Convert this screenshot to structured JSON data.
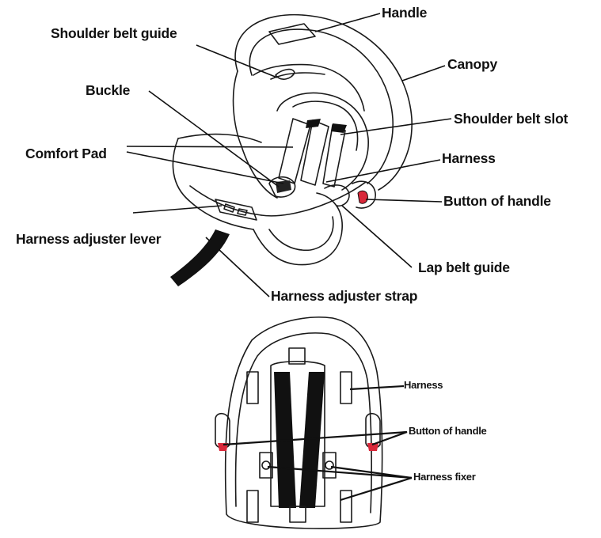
{
  "labels": {
    "handle": "Handle",
    "shoulder_belt_guide": "Shoulder belt guide",
    "canopy": "Canopy",
    "buckle": "Buckle",
    "shoulder_belt_slot": "Shoulder belt slot",
    "comfort_pad": "Comfort Pad",
    "harness": "Harness",
    "button_of_handle": "Button of handle",
    "harness_adjuster_lever": "Harness adjuster lever",
    "lap_belt_guide": "Lap belt guide",
    "harness_adjuster_strap": "Harness adjuster strap",
    "rear_harness": "Harness",
    "rear_button_of_handle": "Button of handle",
    "rear_harness_fixer": "Harness fixer"
  },
  "colors": {
    "line": "#1a1a1a",
    "button_red": "#d9283a",
    "strap": "#111111"
  }
}
